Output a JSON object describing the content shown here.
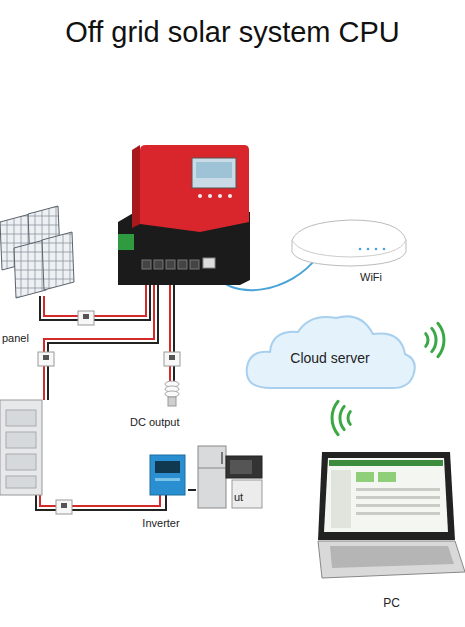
{
  "diagram": {
    "title": "Off grid solar system CPU",
    "nodes": [
      {
        "text": [
          "panel"
        ]
      },
      {
        "text": [
          "WiFi"
        ]
      },
      {
        "text": [
          "Cloud server"
        ]
      },
      {
        "text": [
          "DC output"
        ]
      },
      {
        "text": [
          "Inverter"
        ]
      },
      {
        "text": [
          "ut"
        ]
      },
      {
        "text": [
          "PC"
        ]
      }
    ],
    "edges": [
      {
        "from": 4,
        "to": 5,
        "arrow": "none"
      }
    ]
  }
}
